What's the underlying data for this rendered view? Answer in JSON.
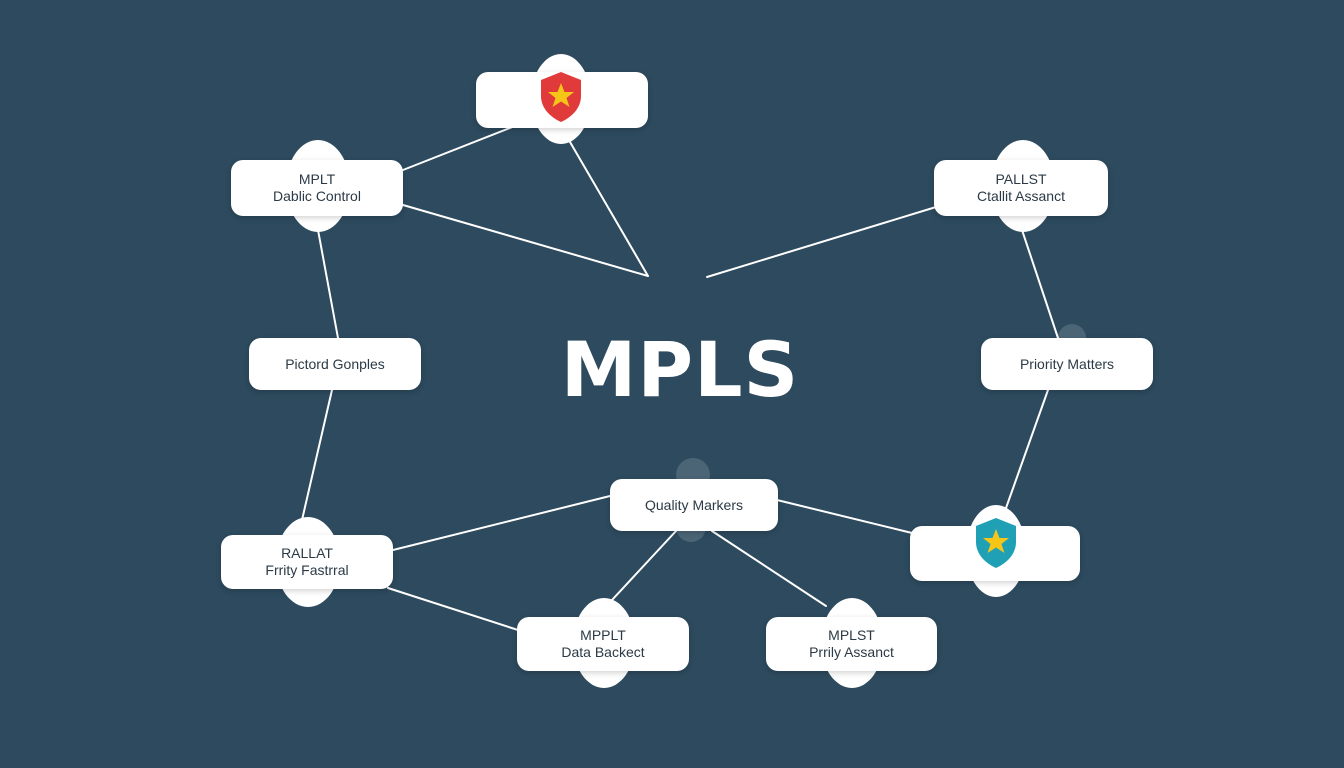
{
  "diagram": {
    "title": "MPLS",
    "nodes": {
      "top_left": {
        "line1": "MPLT",
        "line2": "Dablic Control"
      },
      "top_right": {
        "line1": "PALLST",
        "line2": "Ctallit Assanct"
      },
      "mid_left": {
        "line1": "Pictord Gonples"
      },
      "mid_right": {
        "line1": "Priority Matters"
      },
      "center_bottom": {
        "line1": "Quality Markers"
      },
      "bottom_left": {
        "line1": "RALLAT",
        "line2": "Frrity Fastrral"
      },
      "bottom_mid_left": {
        "line1": "MPPLT",
        "line2": "Data Backect"
      },
      "bottom_mid_right": {
        "line1": "MPLST",
        "line2": "Prrily Assanct"
      }
    },
    "icons": {
      "top_shield": {
        "name": "shield-star-icon",
        "color": "#e03a3a",
        "star_color": "#f5c518"
      },
      "right_shield": {
        "name": "shield-star-icon",
        "color": "#1fa0b5",
        "star_color": "#f5c518"
      }
    },
    "colors": {
      "background": "#2d4a5e",
      "node": "#ffffff",
      "link": "#ffffff"
    }
  }
}
